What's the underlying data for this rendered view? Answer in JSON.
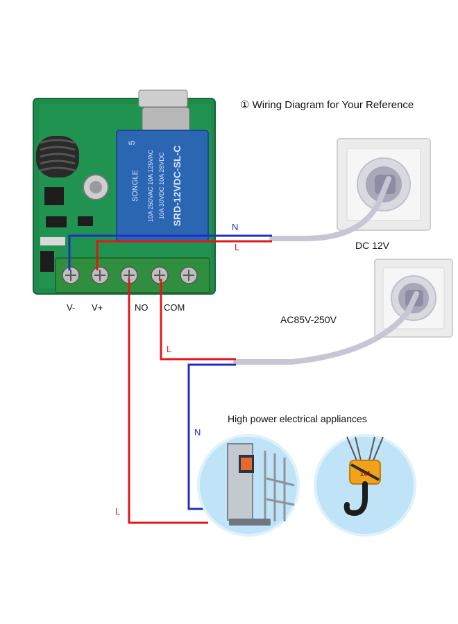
{
  "title": "① Wiring Diagram for Your Reference",
  "terminals": {
    "v_minus": "V-",
    "v_plus": "V+",
    "no": "NO",
    "com": "COM"
  },
  "supplies": {
    "dc": "DC 12V",
    "ac": "AC85V-250V"
  },
  "appliances_label": "High power electrical appliances",
  "wire_labels": {
    "dc_n": "N",
    "dc_l": "L",
    "ac_l": "L",
    "ac_n": "N",
    "appliance_l": "L"
  },
  "relay": {
    "brand": "SONGLE",
    "model": "SRD-12VDC-SL-C",
    "rating1": "10A 250VAC  10A 125VAC",
    "rating2": "10A 30VDC   10A 28VDC",
    "number": "5"
  },
  "crane_tag": "10t",
  "colors": {
    "live": "#e01818",
    "neutral": "#1f2fc4",
    "cable": "#c8c6d4",
    "board": "#1f8a4c",
    "relay": "#2b66b3",
    "terminal": "#2f8f3f"
  }
}
